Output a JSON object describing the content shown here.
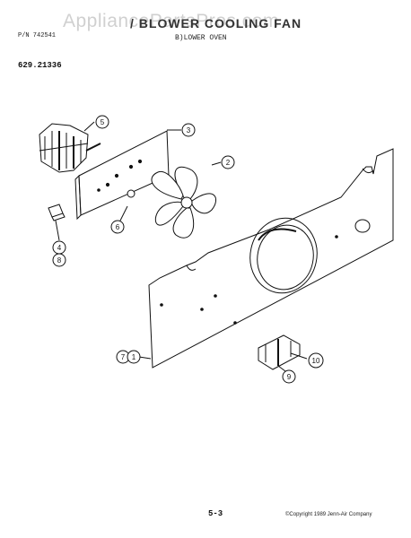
{
  "header": {
    "left_lines": "",
    "part_number": "P/N 742541",
    "title": "/ BLOWER COOLING FAN",
    "subtitle": "B)LOWER OVEN",
    "model": "629.21336"
  },
  "watermark": "AppliancePartsPros.com",
  "callouts": [
    "5",
    "3",
    "2",
    "6",
    "4",
    "8",
    "7",
    "1",
    "10",
    "9"
  ],
  "footer": {
    "page_number": "5-3",
    "copyright": "©Copyright 1989 Jenn-Air Company"
  }
}
